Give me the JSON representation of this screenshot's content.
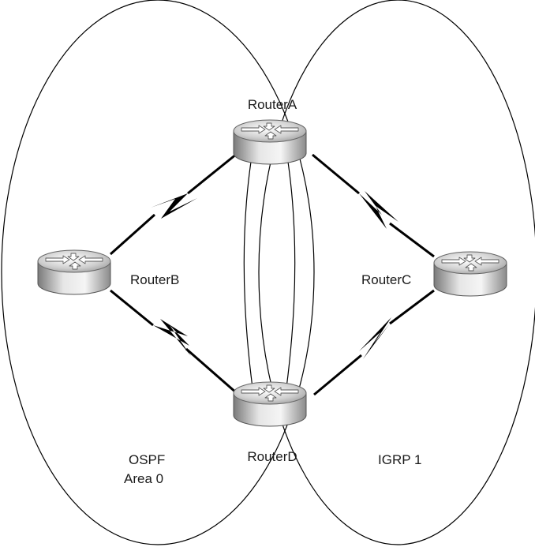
{
  "routers": {
    "a": {
      "label": "RouterA"
    },
    "b": {
      "label": "RouterB"
    },
    "c": {
      "label": "RouterC"
    },
    "d": {
      "label": "RouterD"
    }
  },
  "regions": {
    "ospf": {
      "line1": "OSPF",
      "line2": "Area 0"
    },
    "igrp": {
      "line1": "IGRP 1"
    }
  },
  "links": [
    {
      "from": "RouterA",
      "to": "RouterB",
      "type": "serial"
    },
    {
      "from": "RouterA",
      "to": "RouterC",
      "type": "serial"
    },
    {
      "from": "RouterD",
      "to": "RouterB",
      "type": "serial"
    },
    {
      "from": "RouterD",
      "to": "RouterC",
      "type": "serial"
    },
    {
      "from": "RouterA",
      "to": "RouterD",
      "type": "ethernet"
    }
  ],
  "colors": {
    "line": "#000000",
    "router_light": "#f2f2f2",
    "router_dark": "#8a8a8a"
  }
}
